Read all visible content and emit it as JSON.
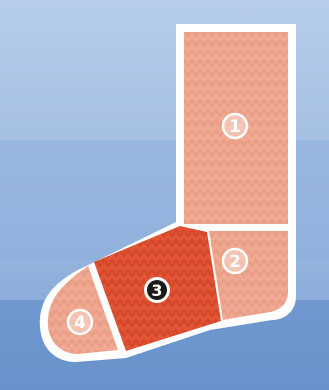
{
  "diagram": {
    "labels": [
      {
        "id": "1",
        "glyph": "①",
        "part": "leg"
      },
      {
        "id": "2",
        "glyph": "②",
        "part": "heel"
      },
      {
        "id": "3",
        "glyph": "③",
        "part": "foot",
        "highlighted": true
      },
      {
        "id": "4",
        "glyph": "④",
        "part": "toe"
      }
    ],
    "colors": {
      "background_top": "#a9c2e4",
      "background_mid": "#8fb0dc",
      "background_bottom": "#6e96d0",
      "band_dark": "#4f7fc0",
      "sock_light": "#f1a58c",
      "sock_highlight": "#e2502f",
      "outline": "#ffffff"
    }
  }
}
